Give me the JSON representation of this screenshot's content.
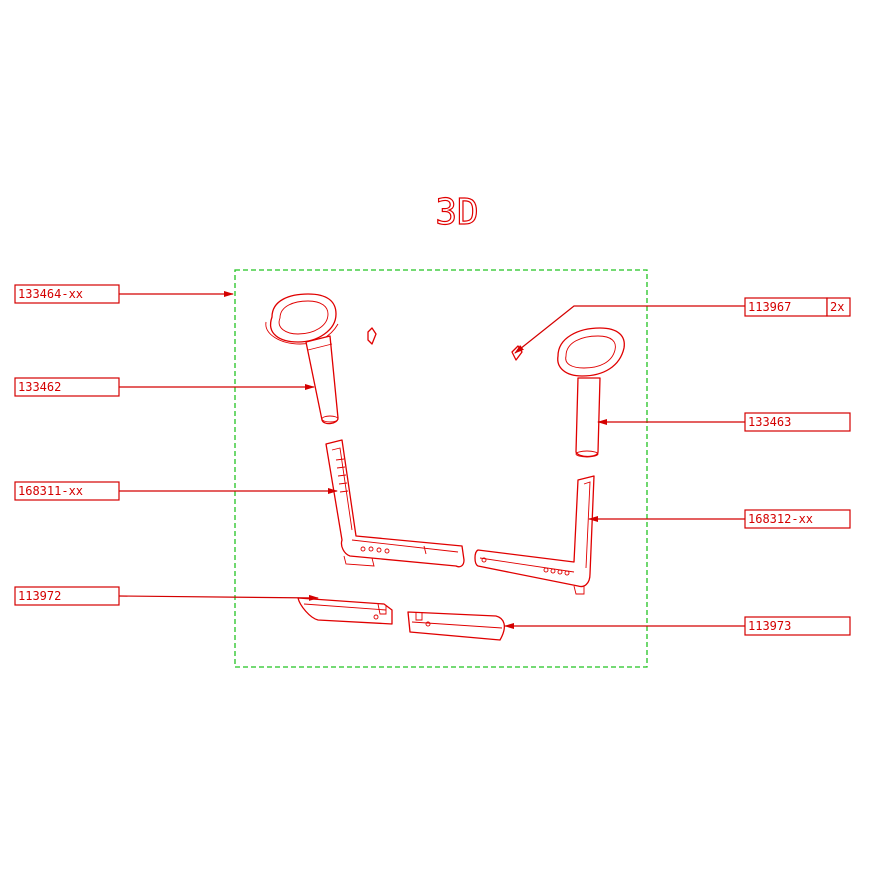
{
  "title": "3D",
  "colors": {
    "lines": "#e00000",
    "frame": "#22c322"
  },
  "labels": {
    "p133464": "133464-xx",
    "p133462": "133462",
    "p168311": "168311-xx",
    "p113972": "113972",
    "p113967": "113967",
    "p113967_qty": "2x",
    "p133463": "133463",
    "p168312": "168312-xx",
    "p113973": "113973"
  }
}
